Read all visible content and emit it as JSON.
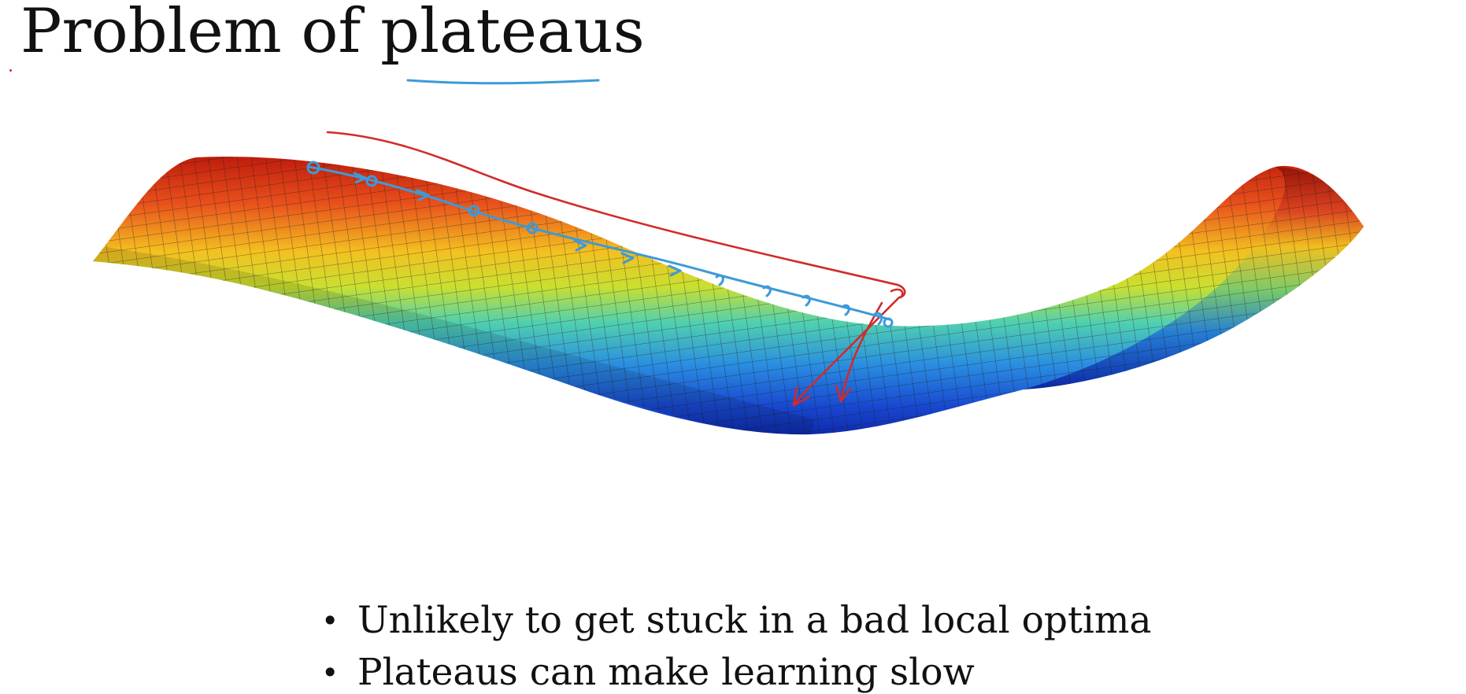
{
  "slide": {
    "title_prefix": "Problem of ",
    "title_emphasis": "plateaus",
    "bullets": [
      {
        "marker": "•",
        "text": "Unlikely to get stuck in a bad local optima"
      },
      {
        "marker": "•",
        "text": "Plateaus can make learning slow"
      }
    ]
  },
  "colors": {
    "annotation_blue": "#3d9ad8",
    "annotation_red": "#d22a2a",
    "text": "#111111",
    "surface_high": "#c81e0a",
    "surface_mid": "#f0e020",
    "surface_low": "#1432c0"
  },
  "illustration": {
    "surface_type": "saddle-shaped loss surface with colormap",
    "blue_path_steps": 14,
    "red_arrow_count": 2
  }
}
